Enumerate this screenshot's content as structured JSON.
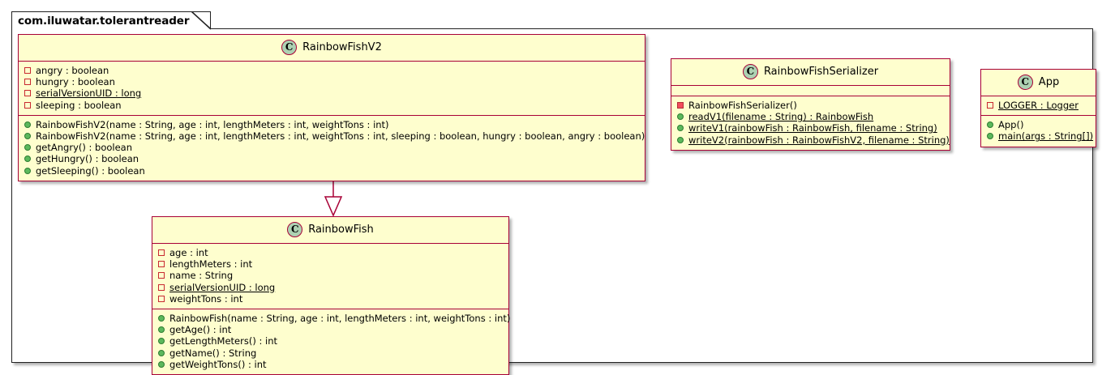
{
  "diagram": {
    "type": "uml-class-diagram",
    "package": {
      "name": "com.iluwatar.tolerantreader"
    },
    "colors": {
      "class_border": "#A80036",
      "class_fill": "#FEFECE",
      "class_icon_fill": "#ADD1B2",
      "package_border": "#222222",
      "public_marker": "#5CB85C",
      "private_marker": "#F24D5C",
      "field_marker": "#C82930"
    },
    "classes": [
      {
        "name": "RainbowFishV2",
        "icon": "class-icon-C",
        "fields": [
          {
            "text": "angry : boolean",
            "visibility": "private",
            "static": false
          },
          {
            "text": "hungry : boolean",
            "visibility": "private",
            "static": false
          },
          {
            "text": "serialVersionUID : long",
            "visibility": "private",
            "static": true
          },
          {
            "text": "sleeping : boolean",
            "visibility": "private",
            "static": false
          }
        ],
        "methods": [
          {
            "text": "RainbowFishV2(name : String, age : int, lengthMeters : int, weightTons : int)",
            "visibility": "public",
            "static": false
          },
          {
            "text": "RainbowFishV2(name : String, age : int, lengthMeters : int, weightTons : int, sleeping : boolean, hungry : boolean, angry : boolean)",
            "visibility": "public",
            "static": false
          },
          {
            "text": "getAngry() : boolean",
            "visibility": "public",
            "static": false
          },
          {
            "text": "getHungry() : boolean",
            "visibility": "public",
            "static": false
          },
          {
            "text": "getSleeping() : boolean",
            "visibility": "public",
            "static": false
          }
        ]
      },
      {
        "name": "RainbowFish",
        "icon": "class-icon-C",
        "fields": [
          {
            "text": "age : int",
            "visibility": "private",
            "static": false
          },
          {
            "text": "lengthMeters : int",
            "visibility": "private",
            "static": false
          },
          {
            "text": "name : String",
            "visibility": "private",
            "static": false
          },
          {
            "text": "serialVersionUID : long",
            "visibility": "private",
            "static": true
          },
          {
            "text": "weightTons : int",
            "visibility": "private",
            "static": false
          }
        ],
        "methods": [
          {
            "text": "RainbowFish(name : String, age : int, lengthMeters : int, weightTons : int)",
            "visibility": "public",
            "static": false
          },
          {
            "text": "getAge() : int",
            "visibility": "public",
            "static": false
          },
          {
            "text": "getLengthMeters() : int",
            "visibility": "public",
            "static": false
          },
          {
            "text": "getName() : String",
            "visibility": "public",
            "static": false
          },
          {
            "text": "getWeightTons() : int",
            "visibility": "public",
            "static": false
          }
        ]
      },
      {
        "name": "RainbowFishSerializer",
        "icon": "class-icon-C",
        "fields": [],
        "methods": [
          {
            "text": "RainbowFishSerializer()",
            "visibility": "private",
            "static": false
          },
          {
            "text": "readV1(filename : String) : RainbowFish",
            "visibility": "public",
            "static": true
          },
          {
            "text": "writeV1(rainbowFish : RainbowFish, filename : String)",
            "visibility": "public",
            "static": true
          },
          {
            "text": "writeV2(rainbowFish : RainbowFishV2, filename : String)",
            "visibility": "public",
            "static": true
          }
        ]
      },
      {
        "name": "App",
        "icon": "class-icon-C",
        "fields": [
          {
            "text": "LOGGER : Logger",
            "visibility": "private",
            "static": true
          }
        ],
        "methods": [
          {
            "text": "App()",
            "visibility": "public",
            "static": false
          },
          {
            "text": "main(args : String[])",
            "visibility": "public",
            "static": true
          }
        ]
      }
    ],
    "relationships": [
      {
        "kind": "generalization",
        "from": "RainbowFishV2",
        "to": "RainbowFish",
        "arrowhead": "hollow-triangle"
      }
    ]
  }
}
